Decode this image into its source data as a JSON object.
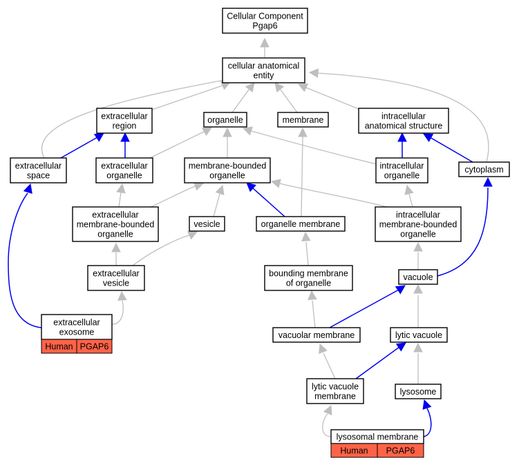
{
  "nodes": {
    "cellular_component": [
      "Cellular Component",
      "Pgap6"
    ],
    "cellular_anatomical_entity": [
      "cellular anatomical",
      "entity"
    ],
    "extracellular_region": [
      "extracellular",
      "region"
    ],
    "organelle": [
      "organelle"
    ],
    "membrane": [
      "membrane"
    ],
    "intracellular_anatomical_structure": [
      "intracellular",
      "anatomical structure"
    ],
    "extracellular_space": [
      "extracellular",
      "space"
    ],
    "extracellular_organelle": [
      "extracellular",
      "organelle"
    ],
    "membrane_bounded_organelle": [
      "membrane-bounded",
      "organelle"
    ],
    "intracellular_organelle": [
      "intracellular",
      "organelle"
    ],
    "cytoplasm": [
      "cytoplasm"
    ],
    "extracellular_membrane_bounded_organelle": [
      "extracellular",
      "membrane-bounded",
      "organelle"
    ],
    "vesicle": [
      "vesicle"
    ],
    "organelle_membrane": [
      "organelle membrane"
    ],
    "intracellular_membrane_bounded_organelle": [
      "intracellular",
      "membrane-bounded",
      "organelle"
    ],
    "extracellular_vesicle": [
      "extracellular",
      "vesicle"
    ],
    "bounding_membrane_of_organelle": [
      "bounding membrane",
      "of organelle"
    ],
    "vacuole": [
      "vacuole"
    ],
    "extracellular_exosome": [
      "extracellular",
      "exosome"
    ],
    "vacuolar_membrane": [
      "vacuolar membrane"
    ],
    "lytic_vacuole": [
      "lytic vacuole"
    ],
    "lytic_vacuole_membrane": [
      "lytic vacuole",
      "membrane"
    ],
    "lysosome": [
      "lysosome"
    ],
    "lysosomal_membrane": [
      "lysosomal membrane"
    ]
  },
  "annotations": {
    "extracellular_exosome": {
      "species": "Human",
      "gene": "PGAP6"
    },
    "lysosomal_membrane": {
      "species": "Human",
      "gene": "PGAP6"
    }
  },
  "colors": {
    "is_a_edge": "#bebebe",
    "part_of_edge": "#0000ee",
    "annotation_fill": "#ff6347"
  }
}
